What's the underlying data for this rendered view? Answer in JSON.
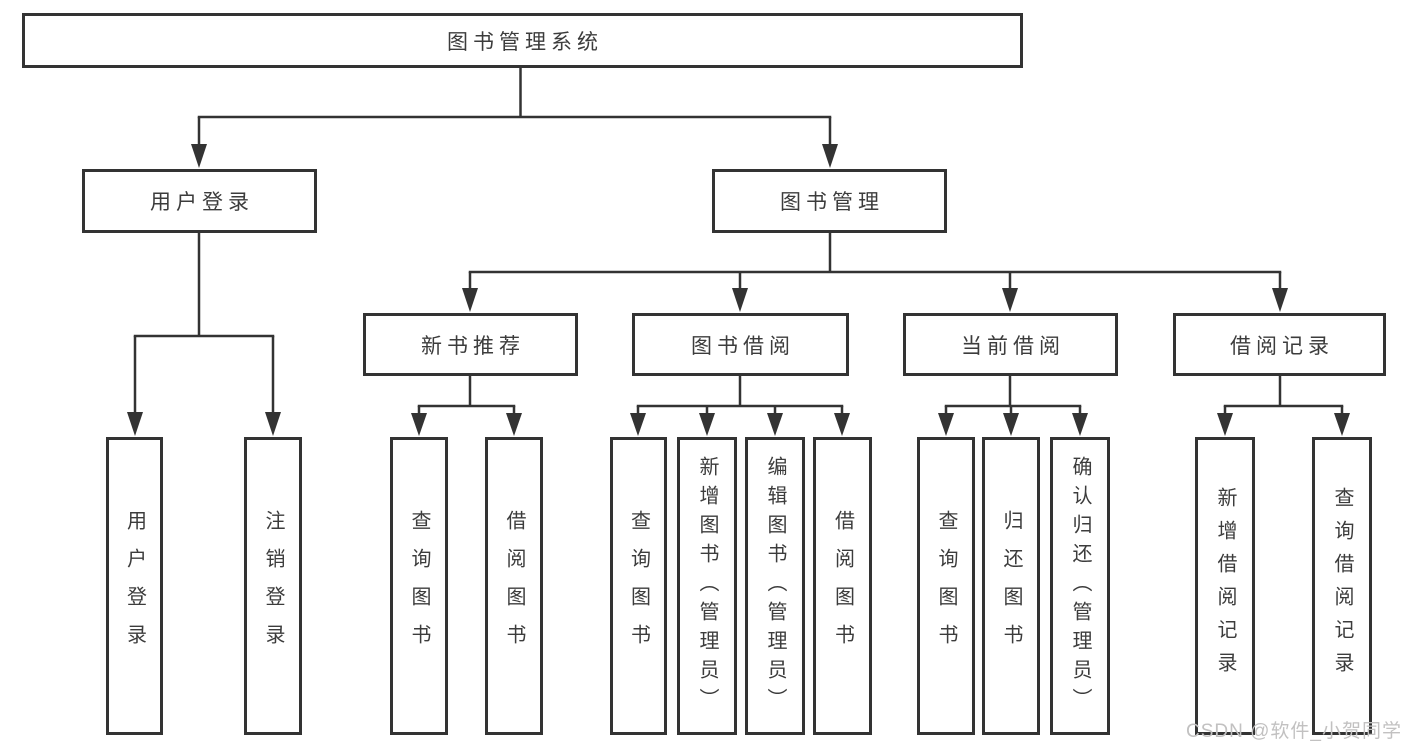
{
  "diagram": {
    "root": {
      "label": "图书管理系统"
    },
    "branches": [
      {
        "label": "用户登录",
        "children": [
          {
            "label": "用户登录"
          },
          {
            "label": "注销登录"
          }
        ]
      },
      {
        "label": "图书管理",
        "children": [
          {
            "label": "新书推荐",
            "children": [
              {
                "label": "查询图书"
              },
              {
                "label": "借阅图书"
              }
            ]
          },
          {
            "label": "图书借阅",
            "children": [
              {
                "label": "查询图书"
              },
              {
                "label": "新增图书（管理员）"
              },
              {
                "label": "编辑图书（管理员）"
              },
              {
                "label": "借阅图书"
              }
            ]
          },
          {
            "label": "当前借阅",
            "children": [
              {
                "label": "查询图书"
              },
              {
                "label": "归还图书"
              },
              {
                "label": "确认归还（管理员）"
              }
            ]
          },
          {
            "label": "借阅记录",
            "children": [
              {
                "label": "新增借阅记录"
              },
              {
                "label": "查询借阅记录"
              }
            ]
          }
        ]
      }
    ]
  },
  "watermark": {
    "text": "CSDN @软件_小贺同学"
  },
  "colors": {
    "line": "#333333",
    "text": "#3c3c3c",
    "box_background": "#ffffff",
    "page_background": "#ffffff",
    "watermark": "#c2c1c1"
  }
}
